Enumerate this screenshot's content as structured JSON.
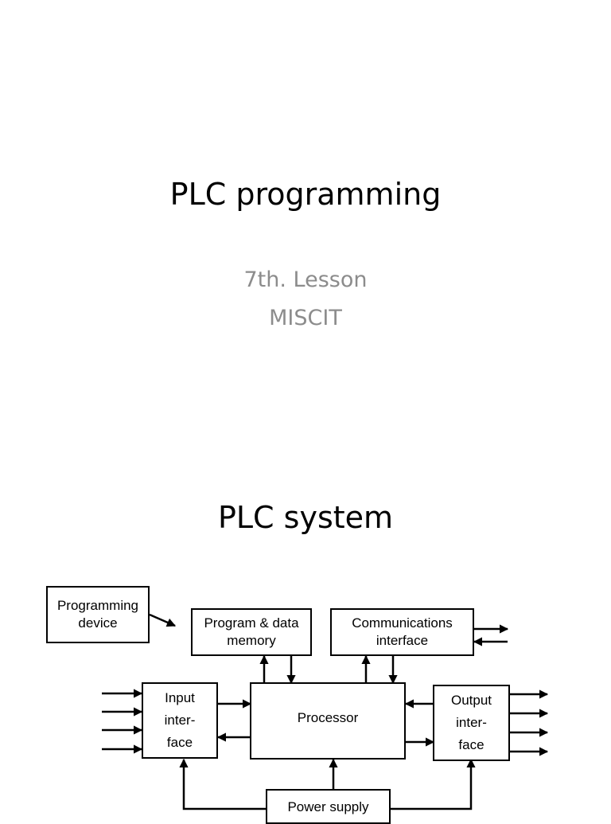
{
  "slide1": {
    "title": "PLC programming",
    "subtitle_line1": "7th. Lesson",
    "subtitle_line2": "MISCIT"
  },
  "slide2": {
    "title": "PLC system",
    "diagram": {
      "programming_device": {
        "line1": "Programming",
        "line2": "device"
      },
      "memory": {
        "line1": "Program & data",
        "line2": "memory"
      },
      "comms": {
        "line1": "Communications",
        "line2": "interface"
      },
      "input": {
        "line1": "Input",
        "line2": "inter-",
        "line3": "face"
      },
      "processor": "Processor",
      "output": {
        "line1": "Output",
        "line2": "inter-",
        "line3": "face"
      },
      "power": "Power supply"
    }
  }
}
